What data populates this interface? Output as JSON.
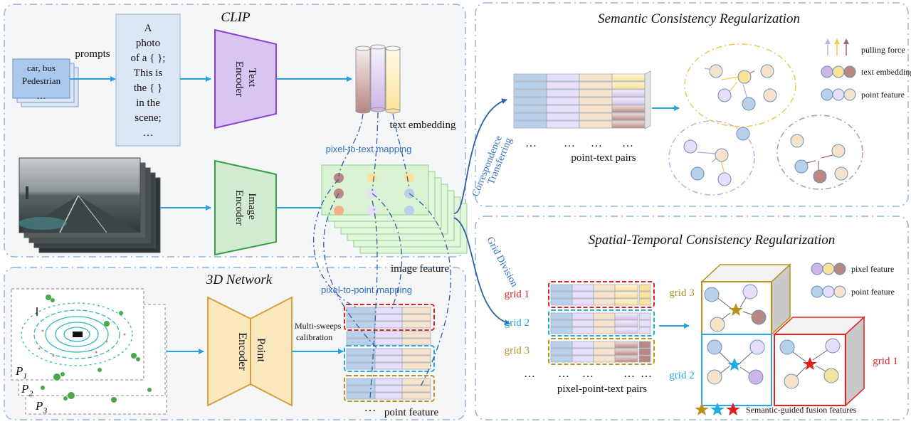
{
  "clip": {
    "title": "CLIP",
    "prompts_label": "prompts",
    "categories": [
      "car, bus",
      "Pedestrian",
      "…"
    ],
    "prompt_lines": [
      "A",
      "photo",
      "of a { };",
      "This is",
      "the { }",
      "in the",
      "scene;",
      "…"
    ],
    "text_encoder": [
      "Text",
      "Encoder"
    ],
    "image_encoder": [
      "Image",
      "Encoder"
    ],
    "text_embedding_label": "text embedding",
    "pixel_to_text_label": "pixel-to-text mapping",
    "image_feature_label": "image feature"
  },
  "network3d": {
    "title": "3D Network",
    "point_encoder": [
      "Point",
      "Encoder"
    ],
    "calibration": [
      "Multi-sweeps",
      "calibration"
    ],
    "pixel_to_point_label": "pixel-to-point mapping",
    "point_feature_label": "point feature",
    "ellipsis": "…",
    "sweeps": [
      "P",
      "P",
      "P"
    ],
    "sweep_subscripts": [
      "1",
      "2",
      "3"
    ]
  },
  "middle": {
    "correspondence": "Correspondence",
    "transferring": "Transferring",
    "grid_division": "Grid Division"
  },
  "semantic": {
    "title": "Semantic Consistency Regularization",
    "pairs_label": "point-text pairs",
    "ellipses": [
      "…",
      "…",
      "…",
      "…"
    ],
    "legend": [
      "pulling force",
      "text embedding",
      "point feature"
    ]
  },
  "spatial": {
    "title": "Spatial-Temporal Consistency Regularization",
    "grid_labels": [
      "grid 1",
      "grid 2",
      "grid 3"
    ],
    "pairs_label": "pixel-point-text pairs",
    "ellipses": [
      "…",
      "…",
      "…",
      "…",
      "…"
    ],
    "legend": [
      "pixel feature",
      "point feature"
    ],
    "cube_grids": [
      "grid 3",
      "grid 2",
      "grid 1"
    ],
    "fusion_label": "Semantic-guided fusion features"
  },
  "colors": {
    "blue_feat": "#b8d0ea",
    "lilac_feat": "#e6defa",
    "cream_feat": "#f7e3cc",
    "yellow_text": "#fbe29a",
    "brown_text": "#b98884",
    "purple_text": "#cdb6e6",
    "red_grid": "#e02020",
    "cyan_grid": "#22a9e0",
    "gold_grid": "#b8921c",
    "arrow": "#27a2e0"
  }
}
